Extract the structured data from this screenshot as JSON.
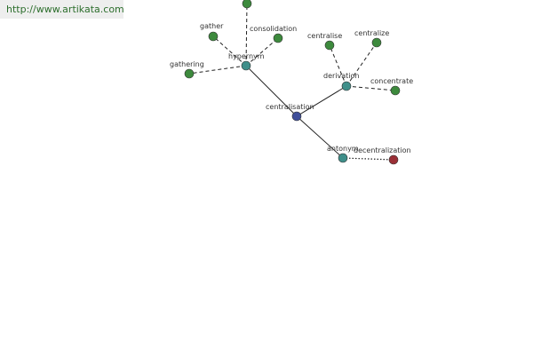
{
  "source": {
    "link_text": "http://www.artikata.com"
  },
  "colors": {
    "center": "#3f4f9a",
    "relation": "#3f8f8a",
    "word": "#3d8a3d",
    "antonym_word": "#9a2f36"
  },
  "graph": {
    "nodes": {
      "centralisation": {
        "label": "centralisation",
        "kind": "center"
      },
      "hypernym": {
        "label": "hypernym",
        "kind": "relation"
      },
      "derivation": {
        "label": "derivation",
        "kind": "relation"
      },
      "antonym": {
        "label": "antonym",
        "kind": "relation"
      },
      "top_word": {
        "label": "",
        "kind": "word"
      },
      "gather": {
        "label": "gather",
        "kind": "word"
      },
      "consolidation": {
        "label": "consolidation",
        "kind": "word"
      },
      "gathering": {
        "label": "gathering",
        "kind": "word"
      },
      "centralise": {
        "label": "centralise",
        "kind": "word"
      },
      "centralize": {
        "label": "centralize",
        "kind": "word"
      },
      "concentrate": {
        "label": "concentrate",
        "kind": "word"
      },
      "decentralization": {
        "label": "decentralization",
        "kind": "antonym_word"
      }
    }
  }
}
